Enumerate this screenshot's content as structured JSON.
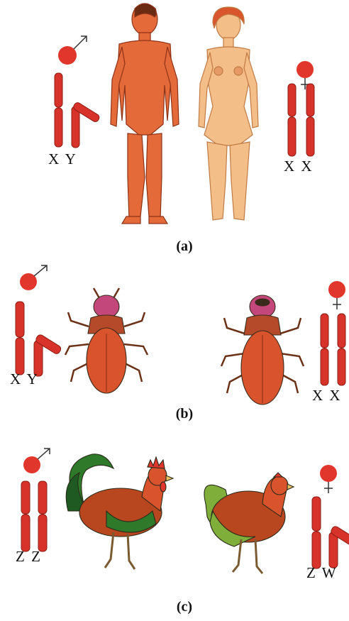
{
  "colors": {
    "chromosome": "#d8332a",
    "chromosome_dark": "#8e1d14",
    "symbol": "#e0362c",
    "skin_male": "#e56a3a",
    "skin_female": "#f4be88",
    "insect": "#d9532d",
    "insect_head": "#c4477c",
    "rooster_green": "#2f7a2a",
    "hen_green": "#7fae3a"
  },
  "panels": [
    {
      "caption": "(a)",
      "male_chromosomes": "X Y",
      "female_chromosomes": "X X",
      "male_symbol": "male-symbol",
      "female_symbol": "female-symbol"
    },
    {
      "caption": "(b)",
      "male_chromosomes": "X Y",
      "female_chromosomes": "X X",
      "male_symbol": "male-symbol",
      "female_symbol": "female-symbol"
    },
    {
      "caption": "(c)",
      "male_chromosomes": "Z Z",
      "female_chromosomes": "Z W",
      "male_symbol": "male-symbol",
      "female_symbol": "female-symbol"
    }
  ]
}
